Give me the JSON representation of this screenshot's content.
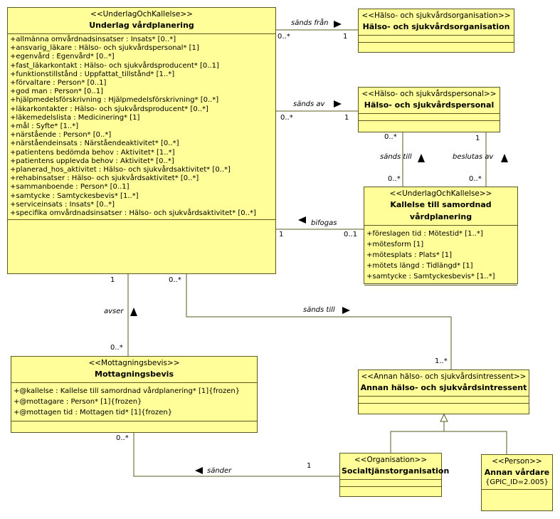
{
  "classes": {
    "underlag": {
      "stereotype": "<<UnderlagOchKallelse>>",
      "name": "Underlag vårdplanering",
      "attributes": [
        "+allmänna omvårdnadsinsatser : Insats* [0..*]",
        "+ansvarig_läkare : Hälso- och sjukvårdspersonal* [1]",
        "+egenvård : Egenvård* [0..*]",
        "+fast_läkarkontakt : Hälso- och sjukvårdsproducent* [0..1]",
        "+funktionstillstånd : Uppfattat_tillstånd* [1..*]",
        "+förvaltare : Person* [0..1]",
        "+god man : Person* [0..1]",
        "+hjälpmedelsförskrivning : Hjälpmedelsförskrivning* [0..*]",
        "+läkarkontakter : Hälso- och sjukvårdsproducent* [0..*]",
        "+läkemedelslista : Medicinering* [1]",
        "+mål : Syfte* [1..*]",
        "+närstående : Person* [0..*]",
        "+närståendeinsats : Närståendeaktivitet* [0..*]",
        "+patientens bedömda behov : Aktivitet* [1..*]",
        "+patientens upplevda behov : Aktivitet* [0..*]",
        "+planerad_hos_aktivitet : Hälso- och sjukvårdsaktivitet* [0..*]",
        "+rehabinsatser : Hälso- och sjukvårdsaktivitet* [0..*]",
        "+sammanboende : Person* [0..1]",
        "+samtycke : Samtyckesbevis* [1..*]",
        "+serviceinsats : Insats* [0..*]",
        "+specifika omvårdnadsinsatser : Hälso- och sjukvårdsaktivitet* [0..*]"
      ]
    },
    "hso": {
      "stereotype": "<<Hälso- och sjukvårdsorganisation>>",
      "name": "Hälso- och sjukvårdsorganisation"
    },
    "hsp": {
      "stereotype": "<<Hälso- och sjukvårdspersonal>>",
      "name": "Hälso- och sjukvårdspersonal"
    },
    "kallelse": {
      "stereotype": "<<UnderlagOchKallelse>>",
      "name": "Kallelse till samordnad vårdplanering",
      "attributes": [
        "+föreslagen tid : Mötestid* [1..*]",
        "+mötesform [1]",
        "+mötesplats : Plats* [1]",
        "+mötets längd : Tidlängd* [1]",
        "+samtycke : Samtyckesbevis* [1..*]"
      ]
    },
    "mottagning": {
      "stereotype": "<<Mottagningsbevis>>",
      "name": "Mottagningsbevis",
      "attributes": [
        "+@kallelse : Kallelse till samordnad vårdplanering* [1]{frozen}",
        "+@mottagare : Person* [1]{frozen}",
        "+@mottagen tid : Mottagen tid* [1]{frozen}"
      ]
    },
    "annan": {
      "stereotype": "<<Annan hälso- och sjukvårdsintressent>>",
      "name": "Annan hälso- och sjukvårdsintressent"
    },
    "social": {
      "stereotype": "<<Organisation>>",
      "name": "Socialtjänstorganisation"
    },
    "person": {
      "stereotype": "<<Person>>",
      "name": "Annan vårdare",
      "tag": "{GPIC_ID=2.005}"
    }
  },
  "associations": {
    "a1": {
      "role": "sänds från",
      "m1": "0..*",
      "m2": "1"
    },
    "a2": {
      "role": "sänds av",
      "m1": "0..*",
      "m2": "1"
    },
    "a3": {
      "role": "sänds till",
      "m1": "0..*",
      "m2": "0..*"
    },
    "a4": {
      "role": "beslutas av",
      "m1": "1",
      "m2": "0..*"
    },
    "a5": {
      "role": "bifogas",
      "m1": "1",
      "m2": "0..1"
    },
    "a6": {
      "role": "avser",
      "m1": "1",
      "m2": "0..*"
    },
    "a7": {
      "role": "sänds till",
      "m1": "0..*",
      "m2": "1..*"
    },
    "a8": {
      "role": "sänder",
      "m1": "0..*",
      "m2": "1"
    }
  }
}
